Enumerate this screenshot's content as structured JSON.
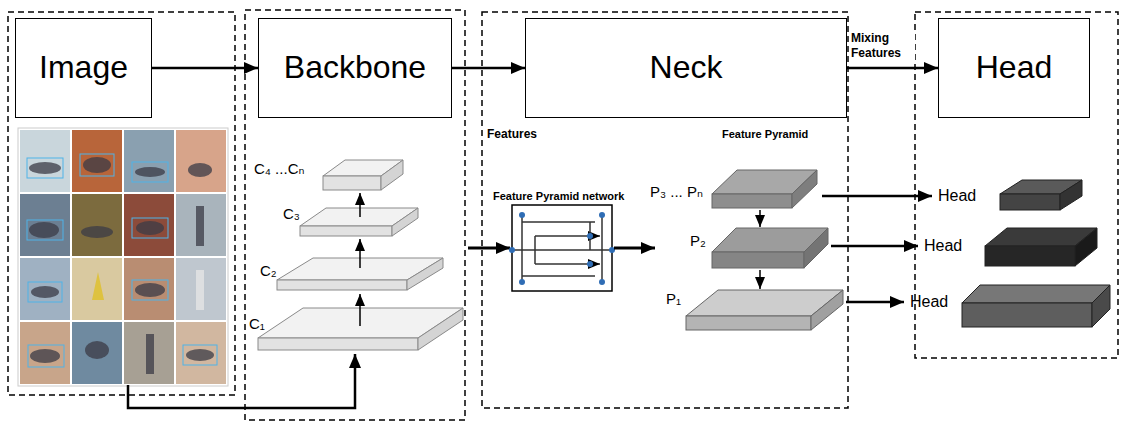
{
  "diagram": {
    "nodes": [
      {
        "text": [
          "Image"
        ]
      },
      {
        "text": [
          "Backbone"
        ]
      },
      {
        "text": [
          "Neck"
        ]
      },
      {
        "text": [
          "Head"
        ]
      }
    ],
    "edges": [
      {
        "from": 0,
        "to": 1,
        "arrow": "to"
      },
      {
        "from": 1,
        "to": 2,
        "arrow": "to"
      },
      {
        "from": 2,
        "to": 3,
        "label": "Mixing Features",
        "arrow": "to"
      }
    ],
    "labels": [
      "Features",
      "C₄ ...Cₙ",
      "C₃",
      "C₂",
      "C₁",
      "Feature Pyramid network",
      "Feature Pyramid",
      "P₃ ... Pₙ",
      "P₂",
      "P₁",
      "Head",
      "Head",
      "Head"
    ]
  }
}
